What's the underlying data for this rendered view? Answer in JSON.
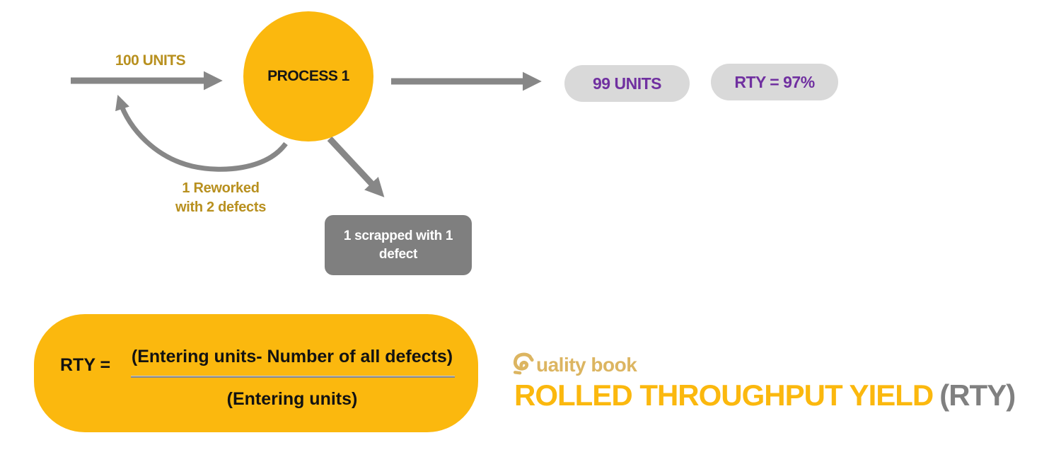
{
  "colors": {
    "gold": "#FBB80E",
    "dark_gold": "#B8901F",
    "arrow_gray": "#878787",
    "pill_bg": "#D9D9D9",
    "purple": "#7030A0",
    "scrap_bg": "#7F7F7F",
    "title_gray": "#808080",
    "logo_gold": "#DCB561"
  },
  "diagram": {
    "input_label": "100 UNITS",
    "process_label": "PROCESS 1",
    "output_pill": "99 UNITS",
    "rty_pill": "RTY = 97%",
    "rework_line1": "1 Reworked",
    "rework_line2": "with 2 defects",
    "scrap_line1": "1 scrapped with 1",
    "scrap_line2": "defect"
  },
  "formula": {
    "lhs": "RTY =",
    "numerator": "(Entering units- Number of all defects)",
    "denominator": "(Entering units)"
  },
  "footer": {
    "logo_text": "uality book",
    "title_main": "ROLLED THROUGHPUT YIELD",
    "title_suffix": "(RTY)"
  }
}
